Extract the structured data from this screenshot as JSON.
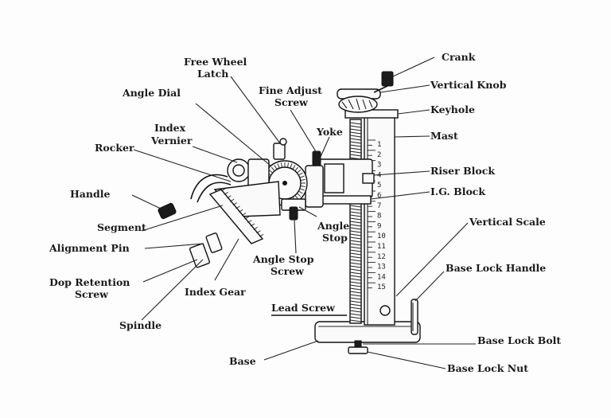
{
  "labels": {
    "crank": "Crank",
    "vertical_knob": "Vertical Knob",
    "keyhole": "Keyhole",
    "mast": "Mast",
    "riser_block": "Riser Block",
    "ig_block": "I.G. Block",
    "vertical_scale": "Vertical Scale",
    "base_lock_handle": "Base Lock Handle",
    "lead_screw": "Lead Screw",
    "base_lock_bolt": "Base Lock Bolt",
    "base_lock_nut": "Base Lock Nut",
    "base": "Base",
    "spindle": "Spindle",
    "index_gear": "Index Gear",
    "dop_retention_screw_1": "Dop Retention",
    "dop_retention_screw_2": "Screw",
    "alignment_pin": "Alignment Pin",
    "segment": "Segment",
    "handle": "Handle",
    "rocker": "Rocker",
    "index_vernier_1": "Index",
    "index_vernier_2": "Vernier",
    "angle_dial": "Angle Dial",
    "free_wheel_latch_1": "Free Wheel",
    "free_wheel_latch_2": "Latch",
    "fine_adjust_screw_1": "Fine Adjust",
    "fine_adjust_screw_2": "Screw",
    "yoke": "Yoke",
    "angle_stop_1": "Angle",
    "angle_stop_2": "Stop",
    "angle_stop_screw_1": "Angle Stop",
    "angle_stop_screw_2": "Screw"
  },
  "scale_numbers": [
    "1",
    "2",
    "3",
    "4",
    "5",
    "6",
    "7",
    "8",
    "9",
    "10",
    "11",
    "12",
    "13",
    "14",
    "15"
  ]
}
